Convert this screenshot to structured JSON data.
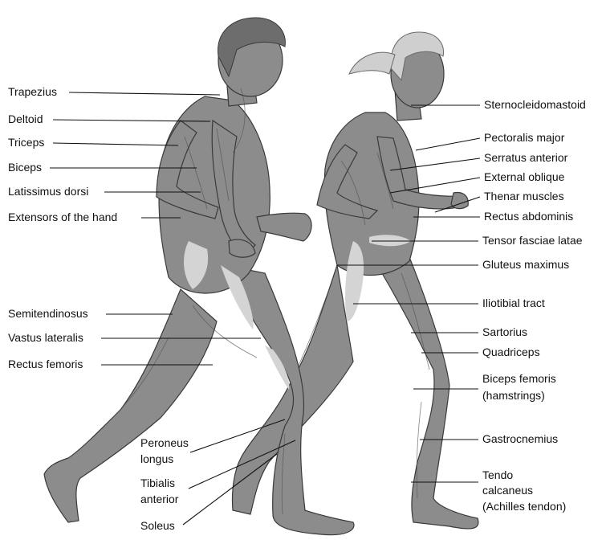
{
  "labels_left": [
    {
      "id": "trapezius",
      "text": "Trapezius"
    },
    {
      "id": "deltoid",
      "text": "Deltoid"
    },
    {
      "id": "triceps",
      "text": "Triceps"
    },
    {
      "id": "biceps",
      "text": "Biceps"
    },
    {
      "id": "latissimus-dorsi",
      "text": "Latissimus dorsi"
    },
    {
      "id": "extensors-of-the-hand",
      "text": "Extensors of the hand"
    },
    {
      "id": "semitendinosus",
      "text": "Semitendinosus"
    },
    {
      "id": "vastus-lateralis",
      "text": "Vastus lateralis"
    },
    {
      "id": "rectus-femoris",
      "text": "Rectus femoris"
    }
  ],
  "labels_bottom": [
    {
      "id": "peroneus-longus",
      "lines": [
        "Peroneus",
        "longus"
      ]
    },
    {
      "id": "tibialis-anterior",
      "lines": [
        "Tibialis",
        "anterior"
      ]
    },
    {
      "id": "soleus",
      "lines": [
        "Soleus"
      ]
    }
  ],
  "labels_right": [
    {
      "id": "sternocleidomastoid",
      "lines": [
        "Sternocleidomastoid"
      ]
    },
    {
      "id": "pectoralis-major",
      "lines": [
        "Pectoralis major"
      ]
    },
    {
      "id": "serratus-anterior",
      "lines": [
        "Serratus anterior"
      ]
    },
    {
      "id": "external-oblique",
      "lines": [
        "External oblique"
      ]
    },
    {
      "id": "thenar-muscles",
      "lines": [
        "Thenar muscles"
      ]
    },
    {
      "id": "rectus-abdominis",
      "lines": [
        "Rectus abdominis"
      ]
    },
    {
      "id": "tensor-fasciae-latae",
      "lines": [
        "Tensor fasciae latae"
      ]
    },
    {
      "id": "gluteus-maximus",
      "lines": [
        "Gluteus maximus"
      ]
    },
    {
      "id": "iliotibial-tract",
      "lines": [
        "Iliotibial tract"
      ]
    },
    {
      "id": "sartorius",
      "lines": [
        "Sartorius"
      ]
    },
    {
      "id": "quadriceps",
      "lines": [
        "Quadriceps"
      ]
    },
    {
      "id": "biceps-femoris",
      "lines": [
        "Biceps femoris",
        "(hamstrings)"
      ]
    },
    {
      "id": "gastrocnemius",
      "lines": [
        "Gastrocnemius"
      ]
    },
    {
      "id": "tendo-calcaneus",
      "lines": [
        "Tendo",
        "calcaneus",
        "(Achilles tendon)"
      ]
    }
  ]
}
